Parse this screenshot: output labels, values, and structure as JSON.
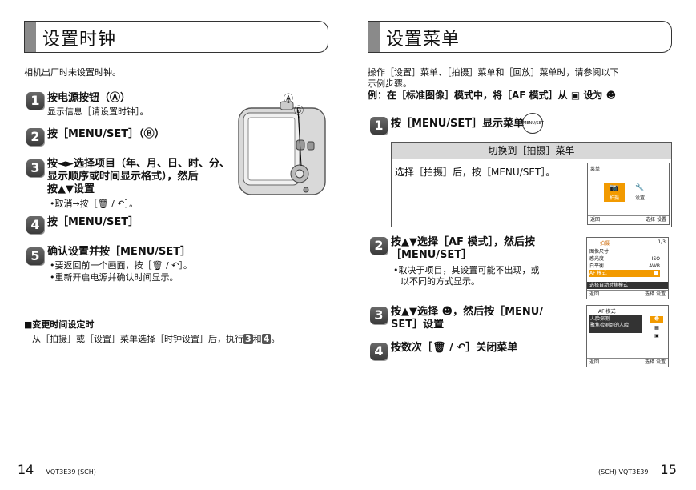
{
  "left": {
    "title": "设置时钟",
    "intro": "相机出厂时未设置时钟。",
    "steps": [
      {
        "n": "1",
        "title": "按电源按钮（Ⓐ）",
        "sub": "显示信息［请设置时钟］。"
      },
      {
        "n": "2",
        "title": "按［MENU/SET］（Ⓑ）"
      },
      {
        "n": "3",
        "title": "按◄►选择项目（年、月、日、时、分、",
        "title2": "显示顺序或时间显示格式），然后",
        "title3": "按▲▼设置",
        "bullet": "•取消→按［",
        "bullet_end": "］。"
      },
      {
        "n": "4",
        "title": "按［MENU/SET］"
      },
      {
        "n": "5",
        "title": "确认设置并按［MENU/SET］",
        "bullets": [
          "•要返回前一个画面，按［",
          "•重新开启电源并确认时间显示。"
        ],
        "bullet1_end": "］。"
      }
    ],
    "callout_a": "Ⓐ",
    "callout_b": "Ⓑ",
    "change_title": "■变更时间设定时",
    "change_text": "从［拍摄］或［设置］菜单选择［时钟设置］后，执行",
    "change_ref1": "3",
    "change_and": "和",
    "change_ref2": "4",
    "change_end": "。",
    "page_num": "14",
    "page_code": "VQT3E39 (SCH)"
  },
  "right": {
    "title": "设置菜单",
    "intro1": "操作［设置］菜单、［拍摄］菜单和［回放］菜单时，请参阅以下",
    "intro2": "示例步骤。",
    "example": "例：在［标准图像］模式中，将［AF 模式］从",
    "example_mid": "设为",
    "step1": "按［MENU/SET］显示菜单",
    "menu_icon": "MENU/SET",
    "table_header": "切换到［拍摄］菜单",
    "table_text": "选择［拍摄］后，按［MENU/SET］。",
    "step2a": "按▲▼选择［AF 模式］，然后按",
    "step2b": "［MENU/SET］",
    "step2_bullet1": "•取决于项目，其设置可能不出现，或",
    "step2_bullet2": "以不同的方式显示。",
    "step3a": "按▲▼选择",
    "step3b": "，然后按［MENU/",
    "step3c": "SET］设置",
    "step4": "按数次［",
    "step4_end": "］关闭菜单",
    "page_num": "15",
    "page_code": "(SCH) VQT3E39",
    "screen1": {
      "title": "菜单",
      "opt1": "拍摄",
      "opt2": "设置",
      "back": "返回",
      "select": "选择",
      "set": "设置"
    },
    "screen2": {
      "title": "拍摄",
      "page": "1/3",
      "rows": [
        "图像尺寸",
        "感光度",
        "白平衡",
        "AF 模式"
      ],
      "row_vals": [
        "",
        "ISO",
        "AWB",
        "■"
      ],
      "help": "选择自动对焦模式",
      "back": "返回",
      "select": "选择",
      "set": "设置"
    },
    "screen3": {
      "title": "AF 模式",
      "l1": "人脸探测",
      "l2": "聚焦检测到的人脸",
      "back": "返回",
      "select": "选择",
      "set": "设置"
    }
  }
}
